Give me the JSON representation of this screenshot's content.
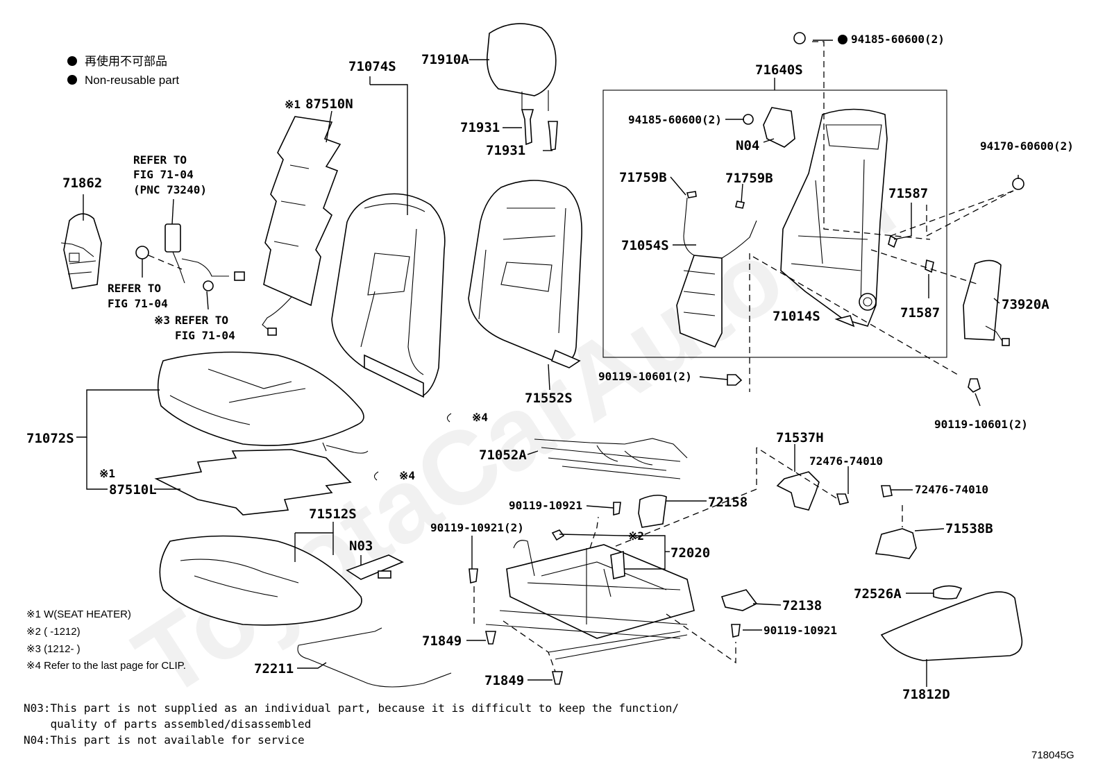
{
  "legend": {
    "jp": "再使用不可部品",
    "en": "Non-reusable part"
  },
  "labels": {
    "p71074S": "71074S",
    "p87510N": "87510N",
    "p87510N_mark": "※1",
    "p71910A": "71910A",
    "p71931a": "71931",
    "p71931b": "71931",
    "p71640S": "71640S",
    "p94185_top": "94185-60600(2)",
    "p94185_in": "94185-60600(2)",
    "pN04": "N04",
    "p94170": "94170-60600(2)",
    "p71759B_a": "71759B",
    "p71759B_b": "71759B",
    "p71587_a": "71587",
    "p71587_b": "71587",
    "p71054S": "71054S",
    "p71014S": "71014S",
    "p73920A": "73920A",
    "p90119_a": "90119-10601(2)",
    "p90119_b": "90119-10601(2)",
    "p71552S": "71552S",
    "p71862": "71862",
    "refer1_l1": "REFER TO",
    "refer1_l2": "FIG 71-04",
    "refer1_l3": "(PNC 73240)",
    "refer2_l1": "REFER TO",
    "refer2_l2": "FIG 71-04",
    "refer3_mark": "※3",
    "refer3_l1": "REFER TO",
    "refer3_l2": "FIG 71-04",
    "p71072S": "71072S",
    "p87510L_mark": "※1",
    "p87510L": "87510L",
    "clip4a": "※4",
    "clip4b": "※4",
    "p71052A": "71052A",
    "p71537H": "71537H",
    "p72476_a": "72476-74010",
    "p72476_b": "72476-74010",
    "p71538B": "71538B",
    "p71512S": "71512S",
    "pN03": "N03",
    "p90119_10921_a": "90119-10921",
    "p72158": "72158",
    "p90119_10921_2": "90119-10921(2)",
    "mark2": "※2",
    "p72020": "72020",
    "p72138": "72138",
    "p90119_10921_b": "90119-10921",
    "p72526A": "72526A",
    "p71849_a": "71849",
    "p71849_b": "71849",
    "p72211": "72211",
    "p71812D": "71812D"
  },
  "notes": {
    "n1": "※1 W(SEAT HEATER)",
    "n2": "※2 (      -1212)",
    "n3": "※3 (1212-      )",
    "n4": "※4  Refer to the last page for CLIP."
  },
  "footnotes": {
    "n03_l1": "N03:This part is not supplied as an individual part, because it is difficult to keep the function/",
    "n03_l2": "    quality of parts assembled/disassembled",
    "n04": "N04:This part is not available for service"
  },
  "figure_id": "718045G",
  "watermark": "ToyotaCarAuto.ru"
}
